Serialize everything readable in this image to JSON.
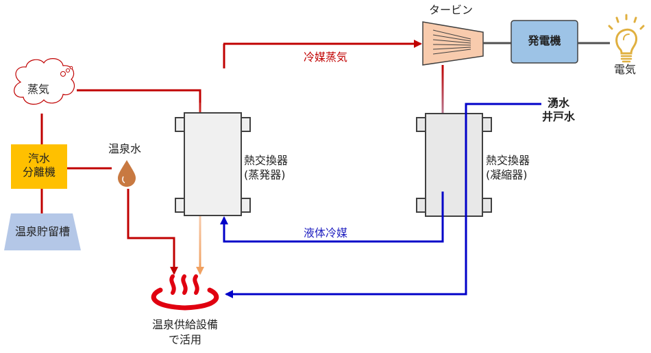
{
  "colors": {
    "hot": "#c00000",
    "cold": "#0000c8",
    "warm": "#f0a060",
    "separator_fill": "#ffc000",
    "tank_fill": "#b4c7e7",
    "generator_fill": "#9dc3e6",
    "turbine_fill": "#f8cbad",
    "hx_fill": "#f0f0f0",
    "bulb": "#e0b040",
    "onsen_icon": "#e00010",
    "droplet": "#c87941"
  },
  "labels": {
    "steam": "蒸気",
    "separator_line1": "汽水",
    "separator_line2": "分離機",
    "tank": "温泉貯留槽",
    "hot_spring_water": "温泉水",
    "evaporator_line1": "熱交換器",
    "evaporator_line2": "(蒸発器)",
    "condenser_line1": "熱交換器",
    "condenser_line2": "(凝縮器)",
    "refrigerant_vapor": "冷媒蒸気",
    "liquid_refrigerant": "液体冷媒",
    "turbine": "タービン",
    "generator": "発電機",
    "electricity": "電気",
    "spring_water_line1": "湧水",
    "spring_water_line2": "井戸水",
    "supply_line1": "温泉供給設備",
    "supply_line2": "で活用"
  }
}
